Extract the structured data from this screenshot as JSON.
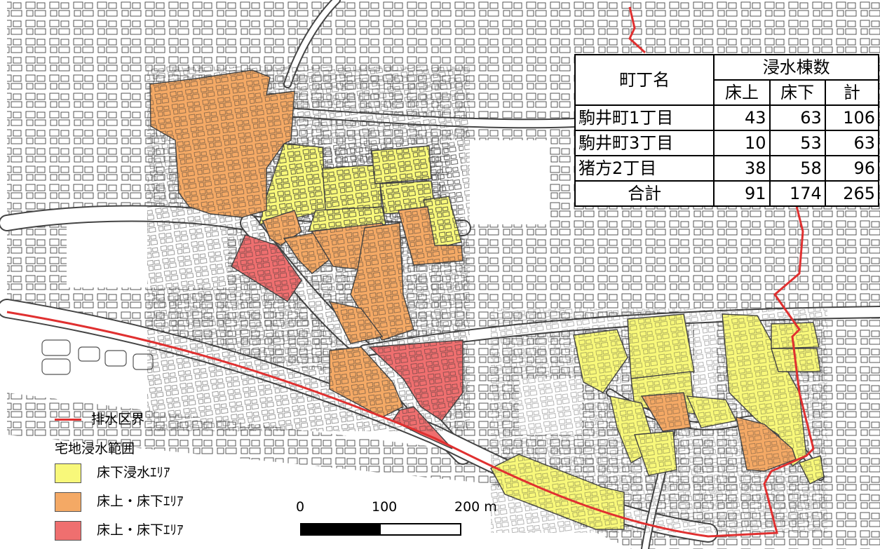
{
  "table": {
    "header_town": "町丁名",
    "header_group": "浸水棟数",
    "header_cols": [
      "床上",
      "床下",
      "計"
    ],
    "rows": [
      {
        "name": "駒井町1丁目",
        "floor_above": "43",
        "floor_below": "63",
        "total": "106"
      },
      {
        "name": "駒井町3丁目",
        "floor_above": "10",
        "floor_below": "53",
        "total": "63"
      },
      {
        "name": "猪方2丁目",
        "floor_above": "38",
        "floor_below": "58",
        "total": "96"
      }
    ],
    "total_row": {
      "name": "合計",
      "floor_above": "91",
      "floor_below": "174",
      "total": "265"
    }
  },
  "legend": {
    "boundary_label": "排水区界",
    "boundary_color": "#e03030",
    "section_title": "宅地浸水範囲",
    "items": [
      {
        "label": "床下浸水ｴﾘｱ",
        "color": "#f8f87a"
      },
      {
        "label": "床上・床下ｴﾘｱ",
        "color": "#f4a965"
      },
      {
        "label": "床上・床下ｴﾘｱ",
        "color": "#ef6f6f"
      }
    ]
  },
  "scale": {
    "labels": [
      "0",
      "100",
      "200 m"
    ]
  }
}
